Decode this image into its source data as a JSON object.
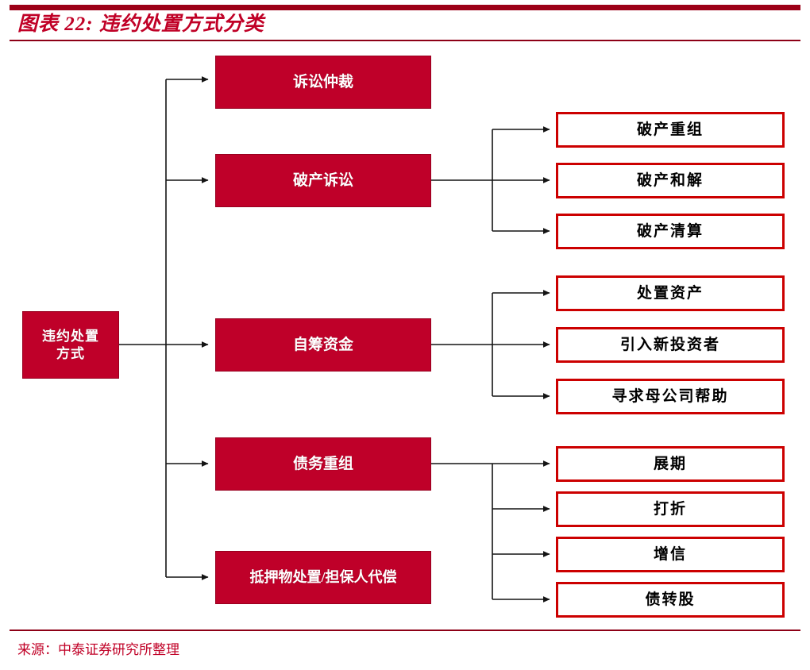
{
  "header": {
    "title": "图表 22: 违约处置方式分类",
    "accent_color": "#c00026",
    "bar_color": "#9c0017"
  },
  "footer": {
    "source": "来源：中泰证券研究所整理"
  },
  "colors": {
    "filled_box_fill": "#bf0029",
    "filled_box_border": "#98001f",
    "filled_box_text": "#ffffff",
    "outline_box_border": "#cc0000",
    "outline_box_fill": "#ffffff",
    "outline_box_text": "#000000",
    "connector": "#1a1a1a"
  },
  "chart_data": {
    "type": "diagram",
    "title": "图表 22: 违约处置方式分类",
    "diagram_kind": "hierarchy-tree",
    "orientation": "left-to-right",
    "root": "违约处置方式",
    "levels": 3,
    "nodes": [
      {
        "id": "root",
        "label": "违约处置方式",
        "level": 1,
        "style": "filled"
      },
      {
        "id": "l2-1",
        "label": "诉讼仲裁",
        "level": 2,
        "style": "filled",
        "parent": "root"
      },
      {
        "id": "l2-2",
        "label": "破产诉讼",
        "level": 2,
        "style": "filled",
        "parent": "root"
      },
      {
        "id": "l2-3",
        "label": "自筹资金",
        "level": 2,
        "style": "filled",
        "parent": "root"
      },
      {
        "id": "l2-4",
        "label": "债务重组",
        "level": 2,
        "style": "filled",
        "parent": "root"
      },
      {
        "id": "l2-5",
        "label": "抵押物处置/担保人代偿",
        "level": 2,
        "style": "filled",
        "parent": "root"
      },
      {
        "id": "l3-1",
        "label": "破产重组",
        "level": 3,
        "style": "outline",
        "parent": "l2-2"
      },
      {
        "id": "l3-2",
        "label": "破产和解",
        "level": 3,
        "style": "outline",
        "parent": "l2-2"
      },
      {
        "id": "l3-3",
        "label": "破产清算",
        "level": 3,
        "style": "outline",
        "parent": "l2-2"
      },
      {
        "id": "l3-4",
        "label": "处置资产",
        "level": 3,
        "style": "outline",
        "parent": "l2-3"
      },
      {
        "id": "l3-5",
        "label": "引入新投资者",
        "level": 3,
        "style": "outline",
        "parent": "l2-3"
      },
      {
        "id": "l3-6",
        "label": "寻求母公司帮助",
        "level": 3,
        "style": "outline",
        "parent": "l2-3"
      },
      {
        "id": "l3-7",
        "label": "展期",
        "level": 3,
        "style": "outline",
        "parent": "l2-4"
      },
      {
        "id": "l3-8",
        "label": "打折",
        "level": 3,
        "style": "outline",
        "parent": "l2-4"
      },
      {
        "id": "l3-9",
        "label": "增信",
        "level": 3,
        "style": "outline",
        "parent": "l2-4"
      },
      {
        "id": "l3-10",
        "label": "债转股",
        "level": 3,
        "style": "outline",
        "parent": "l2-4"
      }
    ]
  },
  "diagram": {
    "root": {
      "label_line1": "违约处置",
      "label_line2": "方式"
    },
    "level2": [
      {
        "label": "诉讼仲裁"
      },
      {
        "label": "破产诉讼"
      },
      {
        "label": "自筹资金"
      },
      {
        "label": "债务重组"
      },
      {
        "label": "抵押物处置/担保人代偿"
      }
    ],
    "bankruptcy_children": [
      {
        "label": "破产重组"
      },
      {
        "label": "破产和解"
      },
      {
        "label": "破产清算"
      }
    ],
    "selffund_children": [
      {
        "label": "处置资产"
      },
      {
        "label": "引入新投资者"
      },
      {
        "label": "寻求母公司帮助"
      }
    ],
    "debt_children": [
      {
        "label": "展期"
      },
      {
        "label": "打折"
      },
      {
        "label": "增信"
      },
      {
        "label": "债转股"
      }
    ]
  }
}
